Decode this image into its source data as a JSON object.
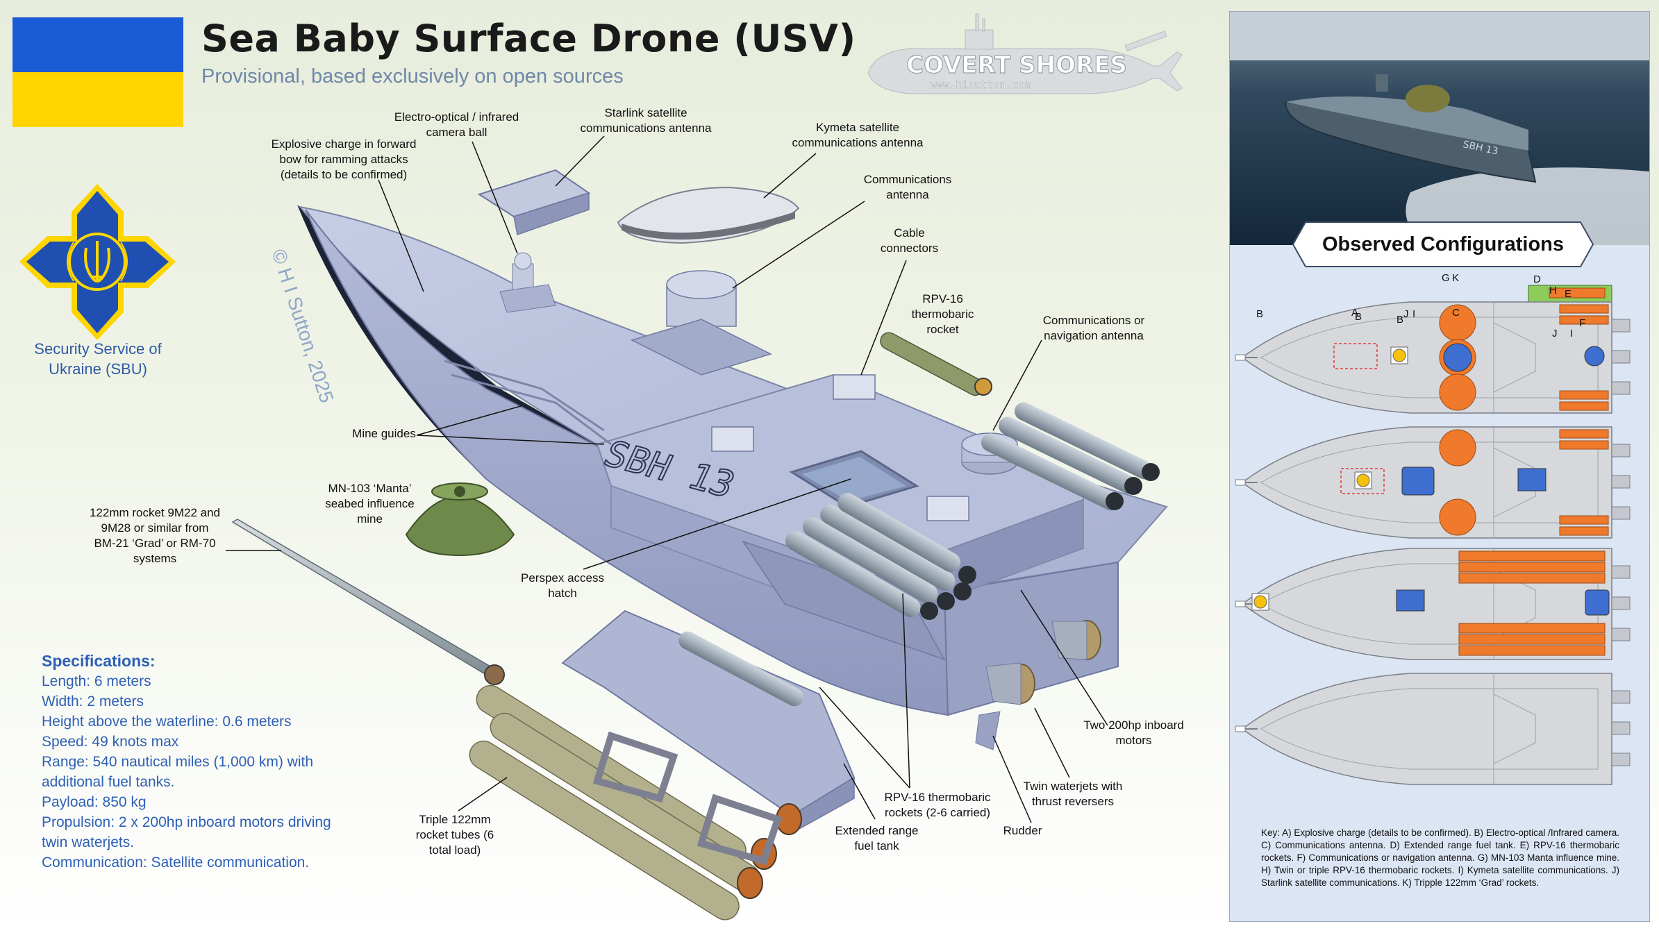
{
  "title": "Sea Baby Surface Drone (USV)",
  "subtitle": "Provisional, based exclusively on open sources",
  "sbu_caption": "Security Service of Ukraine (SBU)",
  "logo": {
    "name": "COVERT SHORES",
    "url_text": "www.hisutton.com"
  },
  "copyright": "© H I Sutton, 2025",
  "hull_marking": "SBH 13",
  "photo_hull_marking": "SBH 13",
  "colors": {
    "flag_blue": "#1a5bd6",
    "flag_yellow": "#ffd500",
    "sbu_blue": "#1f4fb0",
    "hull": "#aeb6d3",
    "title_accent": "#2e5fb5",
    "config_orange": "#f07a2b",
    "config_green": "#8ccc5a",
    "config_blue": "#3e6ed0",
    "config_yellow": "#f5c10a"
  },
  "labels": {
    "electro_optical": "Electro-optical / infrared camera ball",
    "starlink": "Starlink satellite communications antenna",
    "kymeta": "Kymeta satellite communications antenna",
    "explosive": "Explosive charge in forward bow for ramming attacks (details to be confirmed)",
    "comms_antenna": "Communications antenna",
    "cable": "Cable connectors",
    "rpv16_single": "RPV-16 thermobaric rocket",
    "comms_nav": "Communications or navigation antenna",
    "mine_guides": "Mine guides",
    "mn103": "MN-103 ‘Manta’ seabed influence mine",
    "rocket_122": "122mm rocket 9M22 and 9M28 or similar from BM-21 ‘Grad’ or RM-70 systems",
    "perspex": "Perspex access hatch",
    "two_motors": "Two 200hp inboard motors",
    "waterjets": "Twin waterjets with thrust reversers",
    "rudder": "Rudder",
    "rpv16_rockets": "RPV-16 thermobaric rockets (2-6 carried)",
    "ext_tank": "Extended range fuel tank",
    "triple_tubes": "Triple 122mm rocket tubes (6 total load)"
  },
  "specs": {
    "header": "Specifications:",
    "lines": [
      "Length: 6 meters",
      "Width: 2 meters",
      "Height above the waterline: 0.6 meters",
      "Speed: 49 knots max",
      "Range: 540 nautical miles (1,000 km) with additional fuel tanks.",
      "Payload: 850 kg",
      "Propulsion: 2 x 200hp inboard motors driving twin waterjets.",
      "Communication: Satellite communication."
    ]
  },
  "observed": {
    "title": "Observed Configurations",
    "config_letters": [
      "A",
      "B",
      "C",
      "D",
      "E",
      "F",
      "G",
      "H",
      "B",
      "I",
      "J",
      "B",
      "J",
      "K",
      "I"
    ],
    "key": "Key: A) Explosive charge (details to be confirmed). B) Electro-optical /Infrared camera. C) Communications antenna. D) Extended range fuel tank. E) RPV-16 thermobaric rockets. F) Communications or navigation antenna. G) MN-103 Manta influence mine. H) Twin or triple RPV-16 thermobaric rockets. I) Kymeta satellite communications. J) Starlink satellite communications. K) Tripple 122mm ‘Grad’ rockets."
  }
}
